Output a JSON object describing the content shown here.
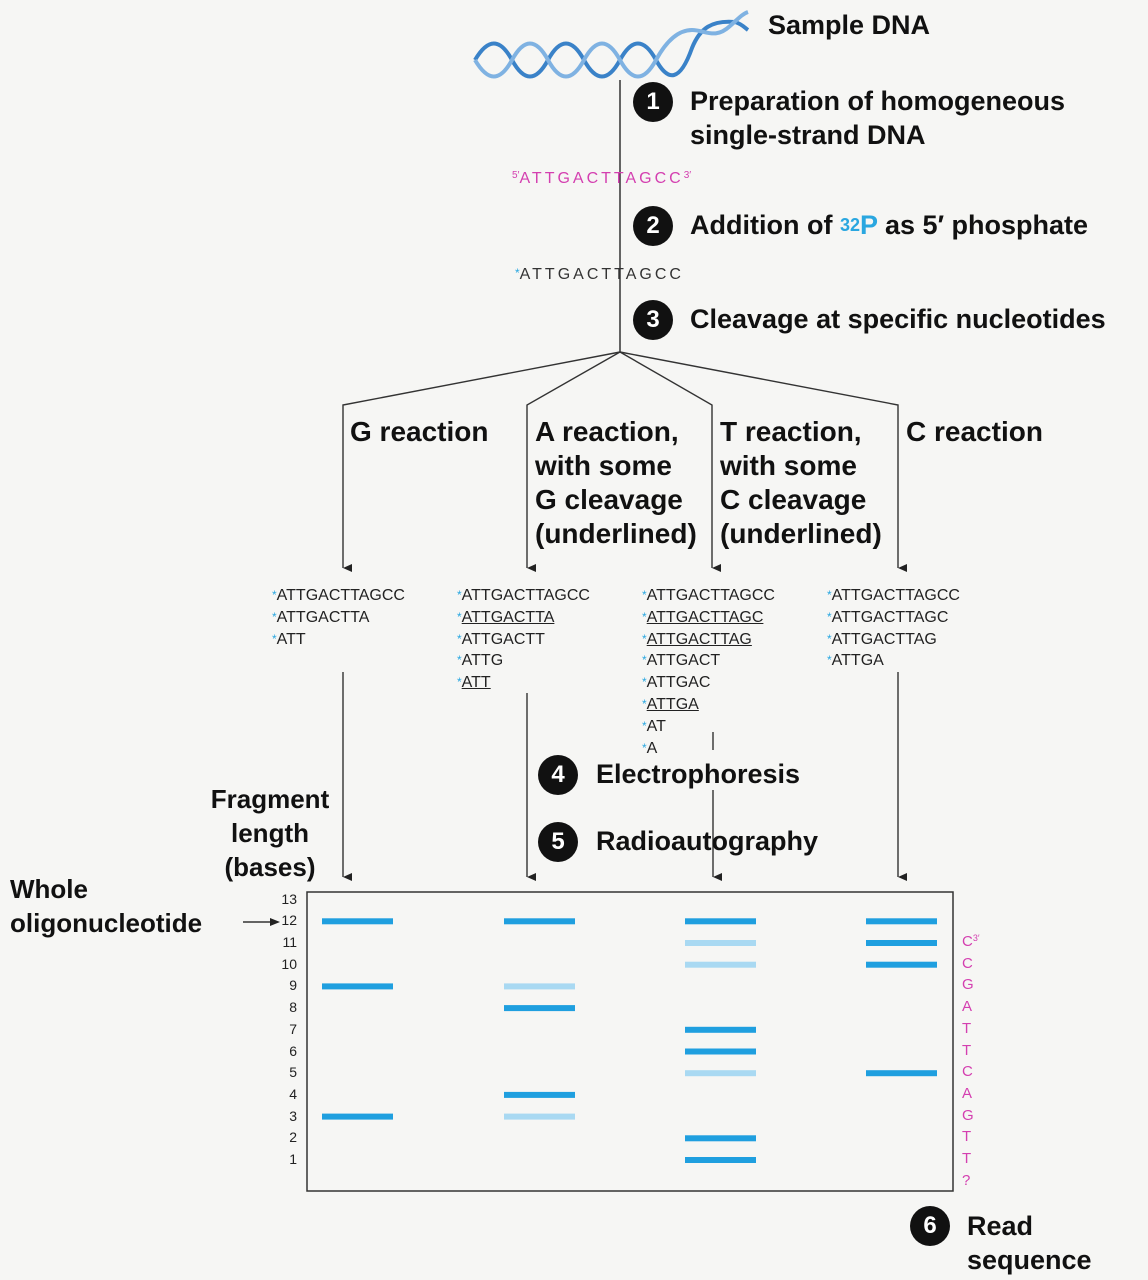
{
  "title": "Sample DNA",
  "steps": [
    {
      "num": "1",
      "lines": [
        "Preparation of homogeneous",
        "single-strand DNA"
      ]
    },
    {
      "num": "2",
      "prefix": "Addition of ",
      "sup": "32",
      "mid": "P",
      "suffix": " as 5′ phosphate"
    },
    {
      "num": "3",
      "text": "Cleavage at specific nucleotides"
    },
    {
      "num": "4",
      "text": "Electrophoresis"
    },
    {
      "num": "5",
      "text": "Radioautography"
    },
    {
      "num": "6",
      "lines": [
        "Read",
        "sequence"
      ]
    }
  ],
  "sequence_pink": {
    "five": "5′",
    "seq": "ATTGACTTAGCC",
    "three": "3′"
  },
  "sequence_labeled": {
    "star": "*",
    "seq": "ATTGACTTAGCC"
  },
  "reactions": [
    {
      "lines": [
        "G reaction"
      ]
    },
    {
      "lines": [
        "A reaction,",
        "with some",
        "G cleavage",
        "(underlined)"
      ]
    },
    {
      "lines": [
        "T reaction,",
        "with some",
        "C cleavage",
        "(underlined)"
      ]
    },
    {
      "lines": [
        "C reaction"
      ]
    }
  ],
  "fragments": [
    [
      {
        "t": "ATTGACTTAGCC",
        "u": false
      },
      {
        "t": "ATTGACTTA",
        "u": false
      },
      {
        "t": "ATT",
        "u": false
      }
    ],
    [
      {
        "t": "ATTGACTTAGCC",
        "u": false
      },
      {
        "t": "ATTGACTTA",
        "u": true
      },
      {
        "t": "ATTGACTT",
        "u": false
      },
      {
        "t": "ATTG",
        "u": false
      },
      {
        "t": "ATT",
        "u": true
      }
    ],
    [
      {
        "t": "ATTGACTTAGCC",
        "u": false
      },
      {
        "t": "ATTGACTTAGC",
        "u": true
      },
      {
        "t": "ATTGACTTAG",
        "u": true
      },
      {
        "t": "ATTGACT",
        "u": false
      },
      {
        "t": "ATTGAC",
        "u": false
      },
      {
        "t": "ATTGA",
        "u": true
      },
      {
        "t": "AT",
        "u": false
      },
      {
        "t": "A",
        "u": false
      }
    ],
    [
      {
        "t": "ATTGACTTAGCC",
        "u": false
      },
      {
        "t": "ATTGACTTAGC",
        "u": false
      },
      {
        "t": "ATTGACTTAG",
        "u": false
      },
      {
        "t": "ATTGA",
        "u": false
      }
    ]
  ],
  "fragment_length_label": [
    "Fragment",
    "length",
    "(bases)"
  ],
  "whole_label": [
    "Whole",
    "oligonucleotide"
  ],
  "gel": {
    "ticks": [
      "13",
      "12",
      "11",
      "10",
      "9",
      "8",
      "7",
      "6",
      "5",
      "4",
      "3",
      "2",
      "1"
    ],
    "bands": [
      {
        "lane": 0,
        "len": 12,
        "strong": true
      },
      {
        "lane": 0,
        "len": 9,
        "strong": true
      },
      {
        "lane": 0,
        "len": 3,
        "strong": true
      },
      {
        "lane": 1,
        "len": 12,
        "strong": true
      },
      {
        "lane": 1,
        "len": 9,
        "strong": false
      },
      {
        "lane": 1,
        "len": 8,
        "strong": true
      },
      {
        "lane": 1,
        "len": 4,
        "strong": true
      },
      {
        "lane": 1,
        "len": 3,
        "strong": false
      },
      {
        "lane": 2,
        "len": 12,
        "strong": true
      },
      {
        "lane": 2,
        "len": 11,
        "strong": false
      },
      {
        "lane": 2,
        "len": 10,
        "strong": false
      },
      {
        "lane": 2,
        "len": 7,
        "strong": true
      },
      {
        "lane": 2,
        "len": 6,
        "strong": true
      },
      {
        "lane": 2,
        "len": 5,
        "strong": false
      },
      {
        "lane": 2,
        "len": 2,
        "strong": true
      },
      {
        "lane": 2,
        "len": 1,
        "strong": true
      },
      {
        "lane": 3,
        "len": 12,
        "strong": true
      },
      {
        "lane": 3,
        "len": 11,
        "strong": true
      },
      {
        "lane": 3,
        "len": 10,
        "strong": true
      },
      {
        "lane": 3,
        "len": 5,
        "strong": true
      }
    ],
    "read_sequence": [
      {
        "len": 11,
        "base": "C",
        "sup": "3′"
      },
      {
        "len": 10,
        "base": "C"
      },
      {
        "len": 9,
        "base": "G"
      },
      {
        "len": 8,
        "base": "A"
      },
      {
        "len": 7,
        "base": "T"
      },
      {
        "len": 6,
        "base": "T"
      },
      {
        "len": 5,
        "base": "C"
      },
      {
        "len": 4,
        "base": "A"
      },
      {
        "len": 3,
        "base": "G"
      },
      {
        "len": 2,
        "base": "T"
      },
      {
        "len": 1,
        "base": "T"
      },
      {
        "len": 0,
        "base": "?"
      }
    ]
  },
  "colors": {
    "band_strong": "#1f9fdf",
    "band_weak": "#a9d9f2",
    "pink": "#d43fb0",
    "star": "#2aa7e0"
  }
}
